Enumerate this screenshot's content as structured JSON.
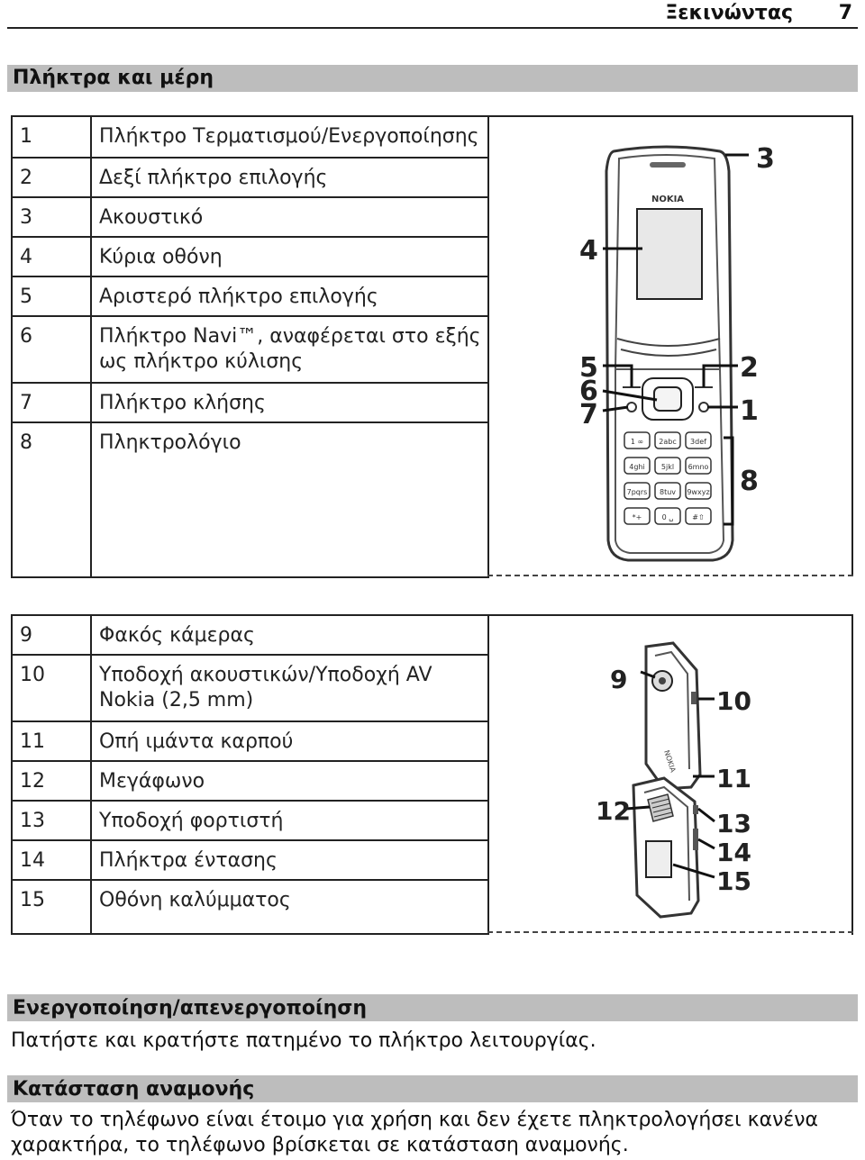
{
  "header": {
    "section": "Ξεκινώντας",
    "page": "7"
  },
  "sections": {
    "keys": {
      "title": "Πλήκτρα και μέρη"
    },
    "power": {
      "title": "Ενεργοποίηση/απενεργοποίηση",
      "body": "Πατήστε και κρατήστε πατημένο το πλήκτρο λειτουργίας."
    },
    "standby": {
      "title": "Κατάσταση αναμονής",
      "body": "Όταν το τηλέφωνο είναι έτοιμο για χρήση και δεν έχετε πληκτρολογήσει κανένα χαρακτήρα, το τηλέφωνο βρίσκεται σε κατάσταση αναμονής."
    }
  },
  "parts_front": [
    {
      "num": "1",
      "label": "Πλήκτρο Τερματισμού/Ενεργοποίησης"
    },
    {
      "num": "2",
      "label": "Δεξί πλήκτρο επιλογής"
    },
    {
      "num": "3",
      "label": "Ακουστικό"
    },
    {
      "num": "4",
      "label": "Κύρια οθόνη"
    },
    {
      "num": "5",
      "label": "Αριστερό πλήκτρο επιλογής"
    },
    {
      "num": "6",
      "label": "Πλήκτρο Navi™, αναφέρεται στο εξής ως πλήκτρο κύλισης"
    },
    {
      "num": "7",
      "label": "Πλήκτρο κλήσης"
    },
    {
      "num": "8",
      "label": "Πληκτρολόγιο"
    }
  ],
  "parts_back": [
    {
      "num": "9",
      "label": "Φακός κάμερας"
    },
    {
      "num": "10",
      "label": "Υποδοχή ακουστικών/Υποδοχή AV Nokia (2,5 mm)"
    },
    {
      "num": "11",
      "label": "Οπή ιμάντα καρπού"
    },
    {
      "num": "12",
      "label": "Μεγάφωνο"
    },
    {
      "num": "13",
      "label": "Υποδοχή φορτιστή"
    },
    {
      "num": "14",
      "label": "Πλήκτρα έντασης"
    },
    {
      "num": "15",
      "label": "Οθόνη καλύμματος"
    }
  ],
  "figures": {
    "front": {
      "brand": "NOKIA",
      "callouts": [
        "3",
        "4",
        "5",
        "6",
        "7",
        "2",
        "1",
        "8"
      ],
      "keys": [
        "1 ∞",
        "2abc",
        "3def",
        "4ghi",
        "5jkl",
        "6mno",
        "7pqrs",
        "8tuv",
        "9wxyz",
        "*+",
        "0 ␣",
        "#⇧"
      ]
    },
    "back": {
      "brand": "NOKIA",
      "callouts": [
        "9",
        "10",
        "11",
        "12",
        "13",
        "14",
        "15"
      ]
    }
  }
}
